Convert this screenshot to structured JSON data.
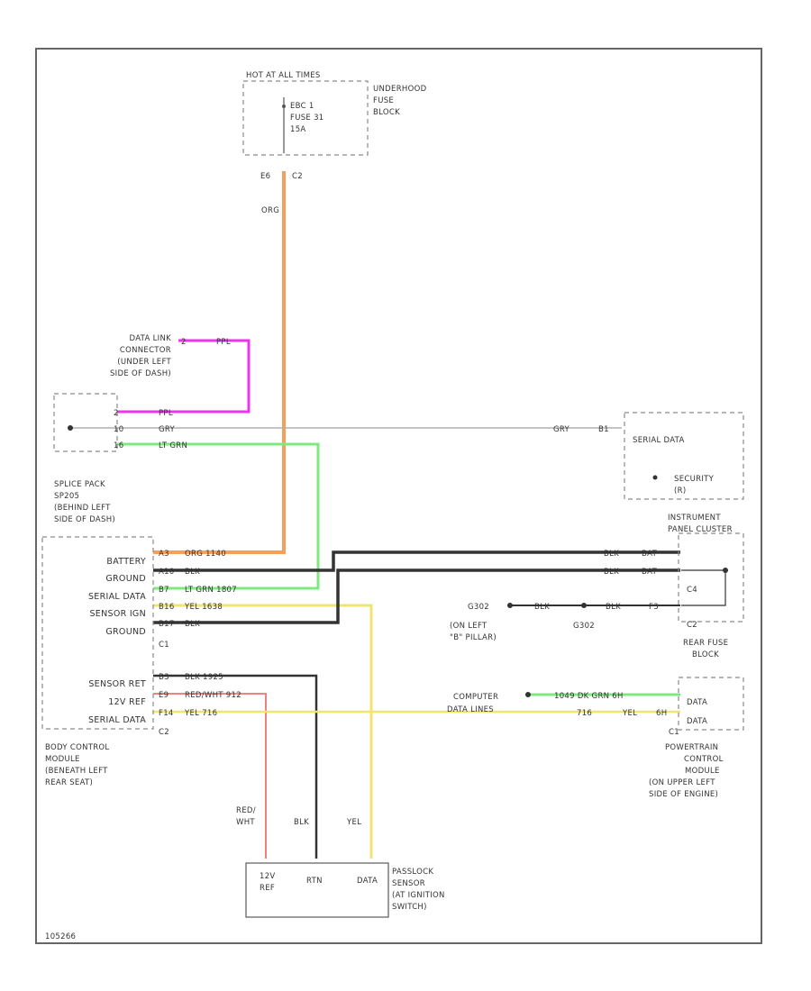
{
  "top_fuse": {
    "power": "HOT AT ALL TIMES",
    "fuse_line1": "EBC 1",
    "fuse_line2": "FUSE 31",
    "fuse_line3": "15A",
    "block_line1": "UNDERHOOD",
    "block_line2": "FUSE",
    "block_line3": "BLOCK",
    "pin": "E6",
    "conn": "C2",
    "wire": "ORG"
  },
  "dlc": {
    "line1": "DATA LINK",
    "line2": "CONNECTOR",
    "line3": "(UNDER LEFT",
    "line4": "SIDE OF DASH)",
    "pin": "2",
    "wire": "PPL"
  },
  "splice": {
    "pins": [
      "2",
      "10",
      "16"
    ],
    "wires": [
      "PPL",
      "GRY",
      "LT GRN"
    ],
    "line1": "SPLICE PACK",
    "line2": "SP205",
    "line3": "(BEHIND LEFT",
    "line4": "SIDE OF DASH)"
  },
  "bcm": {
    "labels": [
      "BATTERY",
      "GROUND",
      "SERIAL DATA",
      "SENSOR IGN",
      "GROUND"
    ],
    "pins": [
      "A3",
      "A10",
      "B7",
      "B16",
      "B17"
    ],
    "wires": [
      "ORG  1140",
      "BLK",
      "LT GRN  1807",
      "YEL  1638",
      "BLK"
    ],
    "conn1": "C1",
    "labels2": [
      "SENSOR RET",
      "12V REF",
      "SERIAL DATA"
    ],
    "pins2": [
      "B3",
      "E9",
      "F14"
    ],
    "wires2": [
      "BLK  1925",
      "RED/WHT  912",
      "YEL  716"
    ],
    "conn2": "C2",
    "line1": "BODY CONTROL",
    "line2": "MODULE",
    "line3": "(BENEATH LEFT",
    "line4": "REAR SEAT)"
  },
  "security": {
    "wire": "GRY",
    "pin": "B1",
    "label": "SERIAL DATA",
    "fuse_line1": "SECURITY",
    "fuse_line2": "(R)"
  },
  "ipc": {
    "line1": "INSTRUMENT",
    "line2": "PANEL CLUSTER",
    "wire1": "BLK",
    "wire2": "BLK",
    "pin1": "BAT",
    "pin2": "BAT",
    "pin3": "F3",
    "conn1": "C4",
    "conn2": "C2",
    "block_line1": "REAR FUSE",
    "block_line2": "BLOCK"
  },
  "ground": {
    "g1": "G302",
    "g1_line1": "(ON LEFT",
    "g1_line2": "\"B\" PILLAR)",
    "g2": "G302",
    "wire1": "BLK",
    "wire2": "BLK"
  },
  "pcm": {
    "label_line1": "COMPUTER",
    "label_line2": "DATA LINES",
    "wire_green": "1049   DK GRN   6H",
    "wire_yel": "716",
    "wire_yel2": "YEL",
    "pin": "6H",
    "data1": "DATA",
    "data2": "DATA",
    "conn": "C1",
    "line1": "POWERTRAIN",
    "line2": "CONTROL",
    "line3": "MODULE",
    "line4": "(ON UPPER LEFT",
    "line5": "SIDE OF ENGINE)"
  },
  "sensor": {
    "wire_red1": "RED/",
    "wire_red2": "WHT",
    "wire_blk": "BLK",
    "wire_yel": "YEL",
    "term1_line1": "12V",
    "term1_line2": "REF",
    "term2": "RTN",
    "term3": "DATA",
    "line1": "PASSLOCK",
    "line2": "SENSOR",
    "line3": "(AT IGNITION",
    "line4": "SWITCH)"
  },
  "footer": {
    "code": "105266"
  },
  "colors": {
    "orange": "#f5a05a",
    "magenta": "#ee33ee",
    "green": "#7fe87f",
    "yellow": "#f0e570",
    "black": "#333333",
    "red": "#f07070",
    "gray": "#b0b0b0"
  }
}
